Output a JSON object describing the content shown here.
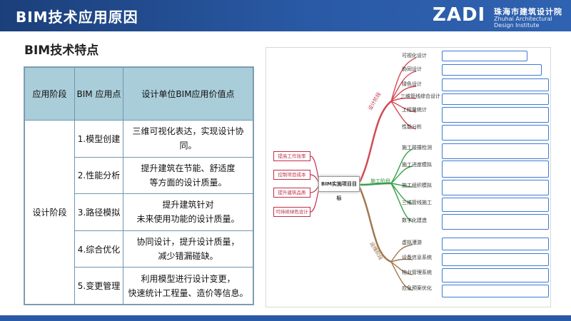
{
  "header": {
    "title": "BIM技术应用原因",
    "logo_mark": "ZADI",
    "logo_cn": "珠海市建筑设计院",
    "logo_en": "Zhuhai Architectural Design Institute"
  },
  "section": {
    "title": "BIM技术特点"
  },
  "table": {
    "headers": [
      "应用阶段",
      "BIM 应用点",
      "设计单位BIM应用价值点"
    ],
    "phase": "设计阶段",
    "rows": [
      {
        "point": "1.模型创建",
        "value1": "三维可视化表达，实现设计协同。",
        "value2": ""
      },
      {
        "point": "2.性能分析",
        "value1": "提升建筑在节能、舒适度",
        "value2": "等方面的设计质量。"
      },
      {
        "point": "3.路径模拟",
        "value1": "提升建筑针对",
        "value2": "未来使用功能的设计质量。"
      },
      {
        "point": "4.综合优化",
        "value1": "协同设计，提升设计质量，",
        "value2": "减少错漏碰缺。"
      },
      {
        "point": "5.变更管理",
        "value1": "利用模型进行设计变更，",
        "value2": "快速统计工程量、造价等信息。"
      }
    ]
  },
  "mindmap": {
    "center": "BIM实施项目目标",
    "goals": [
      "提高工作效率",
      "控制项目成本",
      "提升建筑品质",
      "可持续绿色设计"
    ],
    "branches": [
      "设计阶段",
      "施工阶段",
      "运维阶段"
    ],
    "design_items": [
      "可视化设计",
      "协同设计",
      "绿色设计",
      "三维管线综合设计",
      "工程量统计",
      "性能分析"
    ],
    "construction_items": [
      "施工碰撞检测",
      "施工进度模拟",
      "施工组织模拟",
      "三维管线施工",
      "数字化建造"
    ],
    "operation_items": [
      "虚拟漫游",
      "设备信息系统",
      "物业管理系统",
      "应急预案优化"
    ]
  }
}
